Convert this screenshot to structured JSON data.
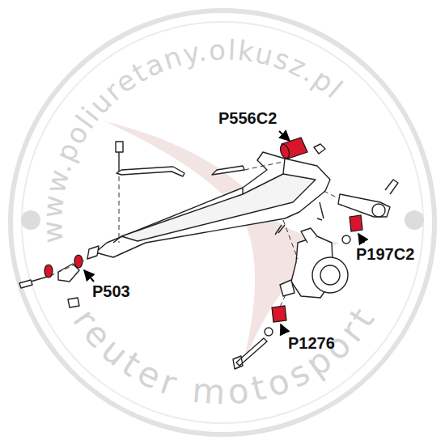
{
  "diagram": {
    "labels": [
      "www.poliuretany.olkusz.pl",
      "reuter motosport",
      "P556C2",
      "P197C2",
      "P503",
      "P1276"
    ]
  }
}
